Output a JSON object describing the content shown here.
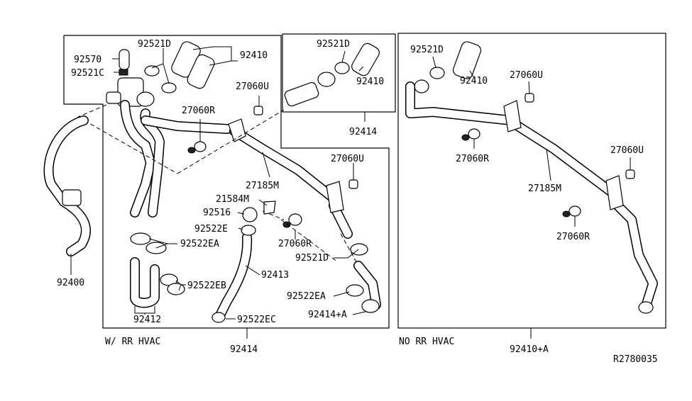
{
  "diagram_id": "R2780035",
  "sections": {
    "left": "W/ RR HVAC",
    "right": "NO RR HVAC"
  },
  "labels": {
    "p92570": "92570",
    "p92521C": "92521C",
    "p92521D_a": "92521D",
    "p92410_a": "92410",
    "p27060U_a": "27060U",
    "p27060R_a": "27060R",
    "p27185M_a": "27185M",
    "p27060U_b": "27060U",
    "p21584M": "21584M",
    "p92516": "92516",
    "p92522E": "92522E",
    "p92522EA_a": "92522EA",
    "p27060R_b": "27060R",
    "p92521D_b": "92521D",
    "p92413": "92413",
    "p92522EB": "92522EB",
    "p92522EA_b": "92522EA",
    "p92414A": "92414+A",
    "p92522EC": "92522EC",
    "p92412": "92412",
    "p92400": "92400",
    "p92414_bottom": "92414",
    "p92521D_c": "92521D",
    "p92410_b": "92410",
    "p92414_mid": "92414",
    "p92521D_d": "92521D",
    "p92410_c": "92410",
    "p27060U_c": "27060U",
    "p27060R_c": "27060R",
    "p27185M_b": "27185M",
    "p27060U_d": "27060U",
    "p27060R_d": "27060R",
    "p92410A": "92410+A"
  }
}
